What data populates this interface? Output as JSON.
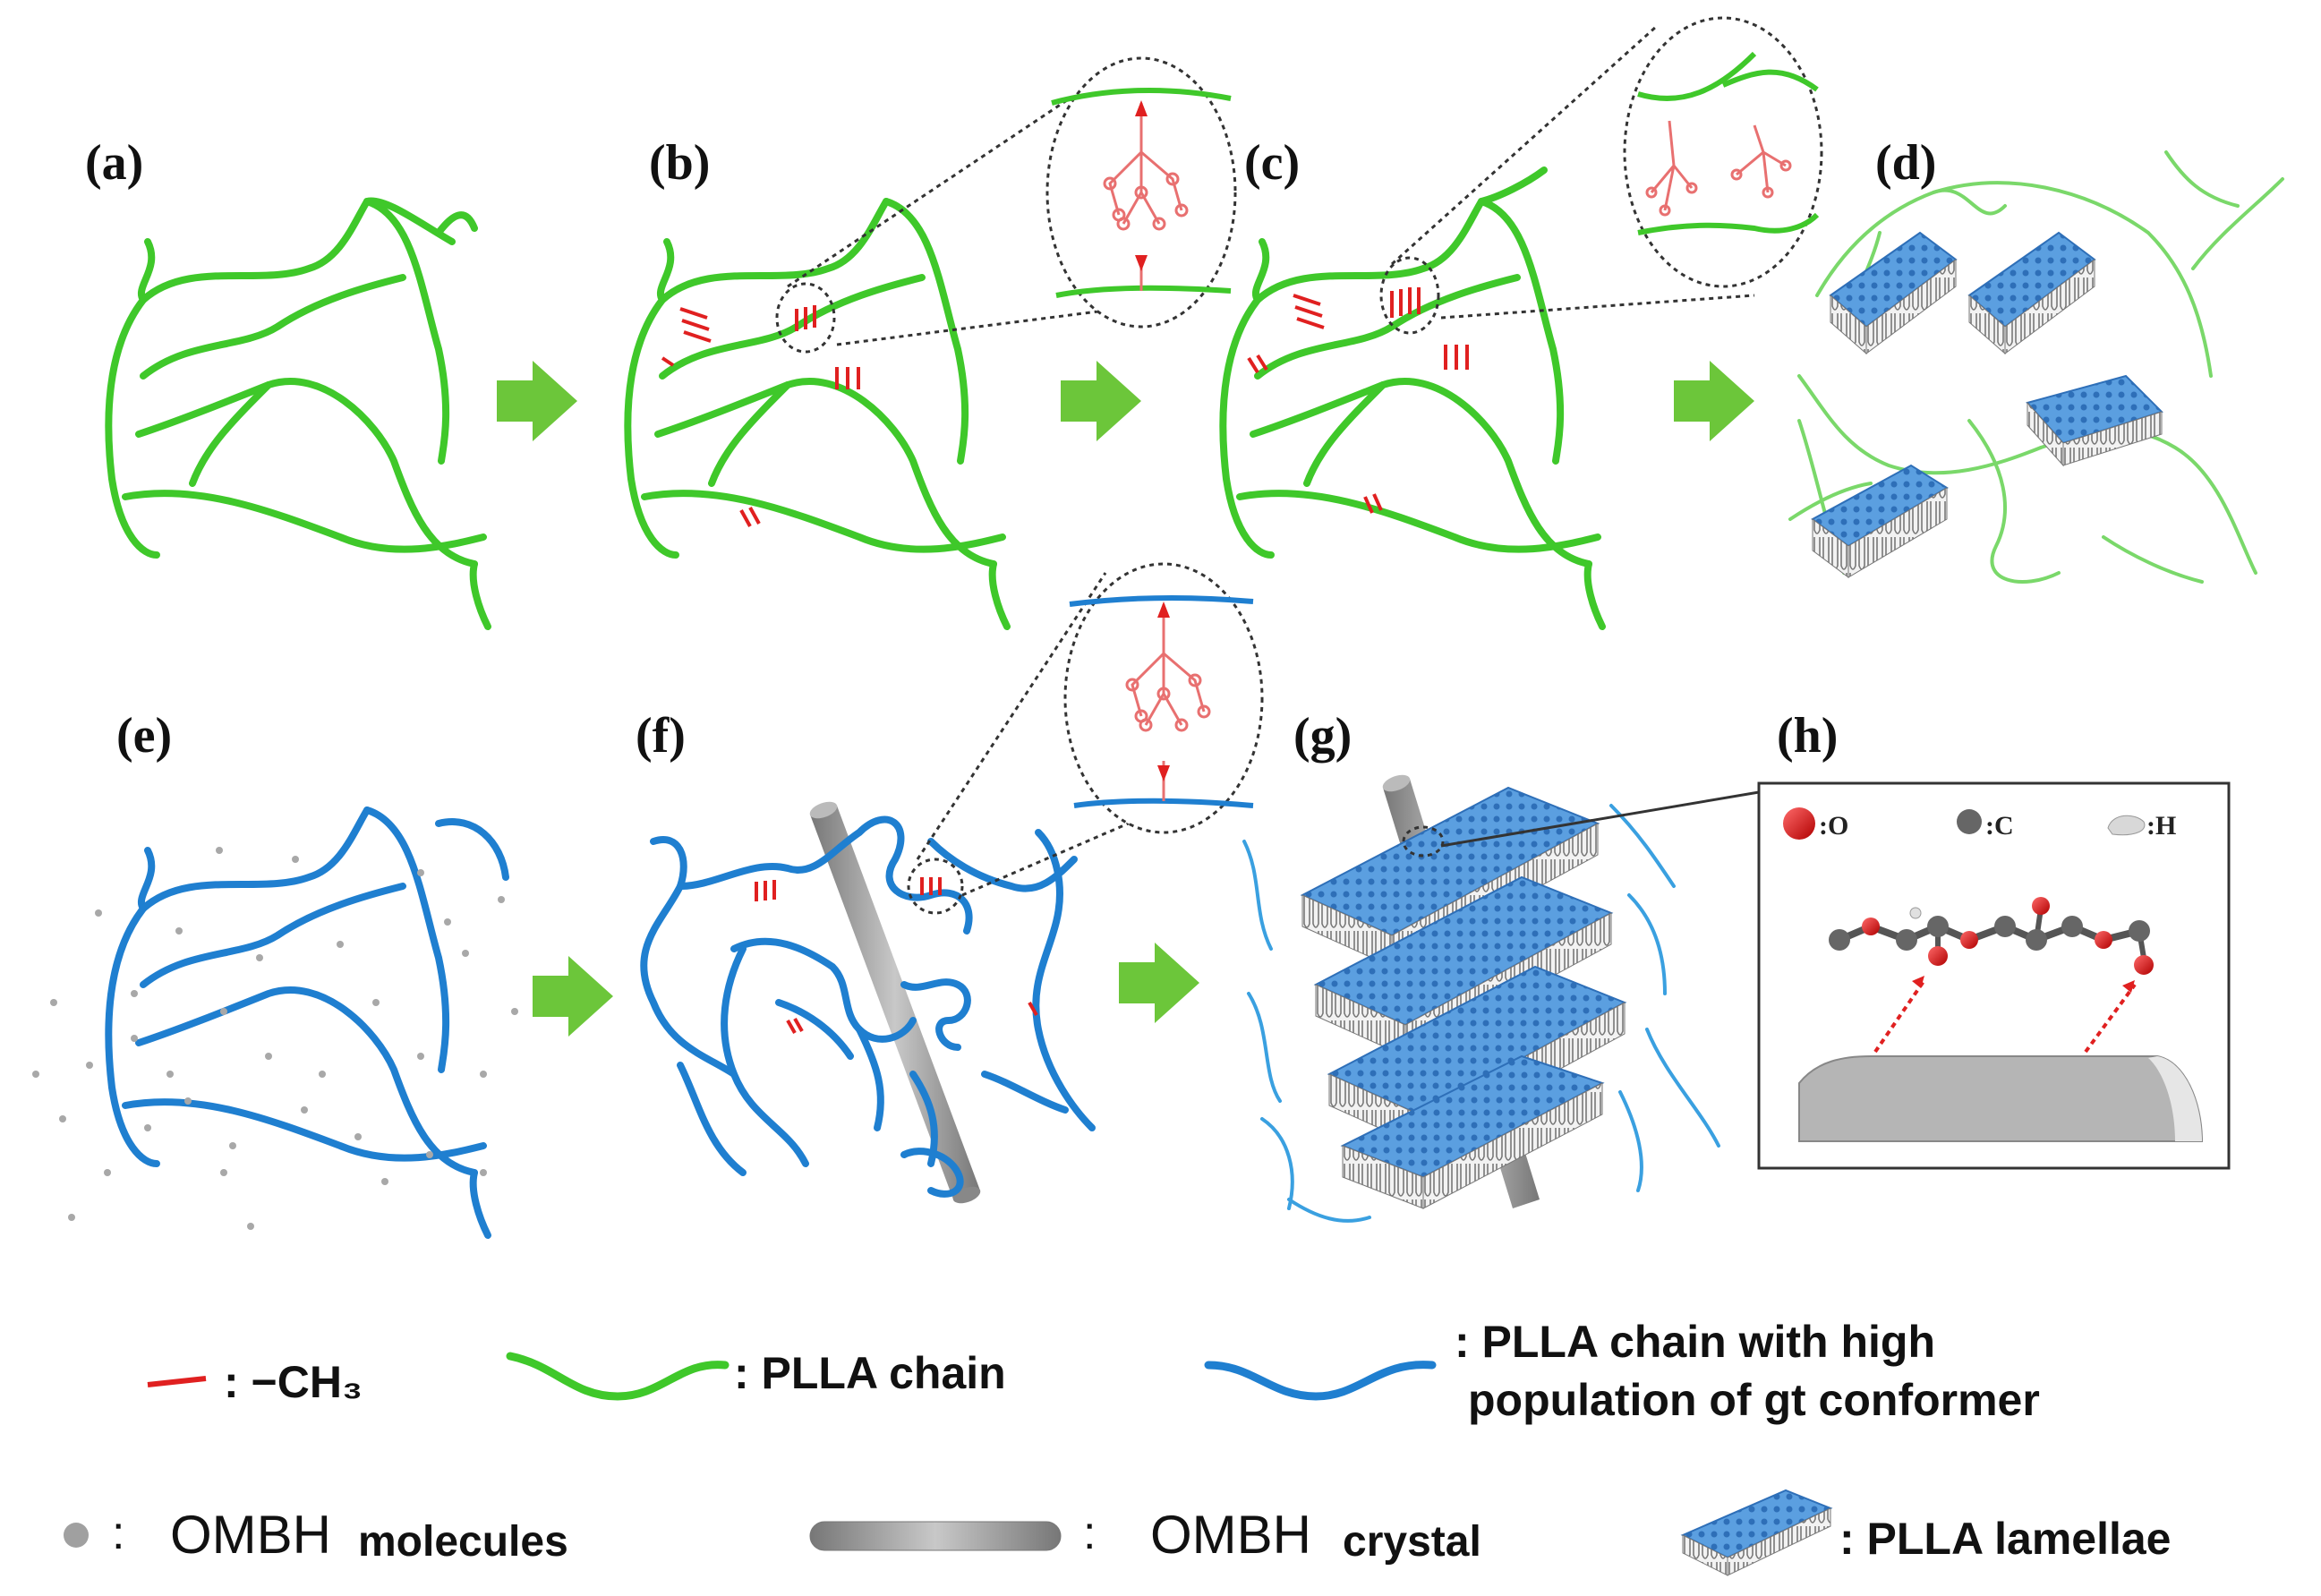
{
  "panels": {
    "a": "(a)",
    "b": "(b)",
    "c": "(c)",
    "d": "(d)",
    "e": "(e)",
    "f": "(f)",
    "g": "(g)",
    "h": "(h)"
  },
  "atoms": {
    "o": ":O",
    "c": ":C",
    "h": ":H"
  },
  "legend": {
    "methyl": ": −CH₃",
    "plla_chain": ": PLLA chain",
    "gt_chain_line1": ": PLLA chain with high",
    "gt_chain_line2": "population of gt conformer",
    "ombh_molecules_sep": ":",
    "ombh_molecules_big": "OMBH",
    "ombh_molecules_small": "molecules",
    "ombh_crystal_sep": ":",
    "ombh_crystal_big": "OMBH",
    "ombh_crystal_small": "crystal",
    "lamellae": ": PLLA lamellae"
  },
  "colors": {
    "plla_chain": "#3fc82a",
    "gt_chain": "#1f7fd0",
    "methyl": "#e02020",
    "arrow": "#6cc63a",
    "lamella_top": "#4a90d9",
    "ombh": "#9a9a9a"
  }
}
